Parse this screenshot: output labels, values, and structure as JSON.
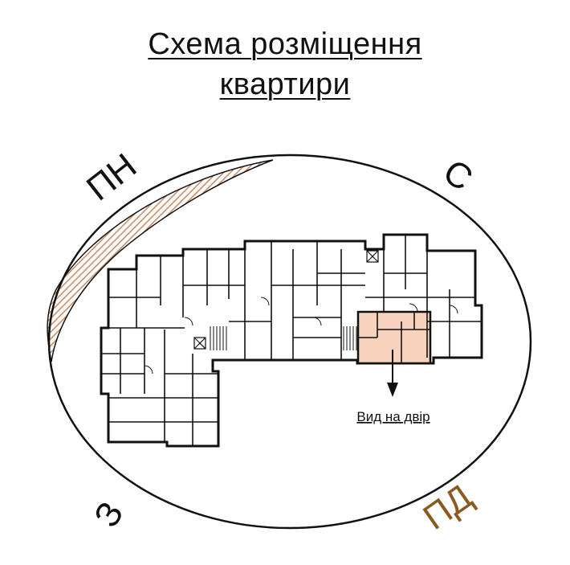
{
  "title": {
    "line1": "Схема розміщення",
    "line2": "квартири"
  },
  "compass": {
    "northwest": "ПН",
    "north": "С",
    "west": "З",
    "southeast": "ПД"
  },
  "view_label": "Вид на двір",
  "colors": {
    "ink": "#111111",
    "sun_hatch": "#c98b62",
    "highlight_fill": "#f7d2bd",
    "southeast_label": "#8a5a1e"
  },
  "icons": {
    "view_arrow": "arrow-down-icon"
  }
}
